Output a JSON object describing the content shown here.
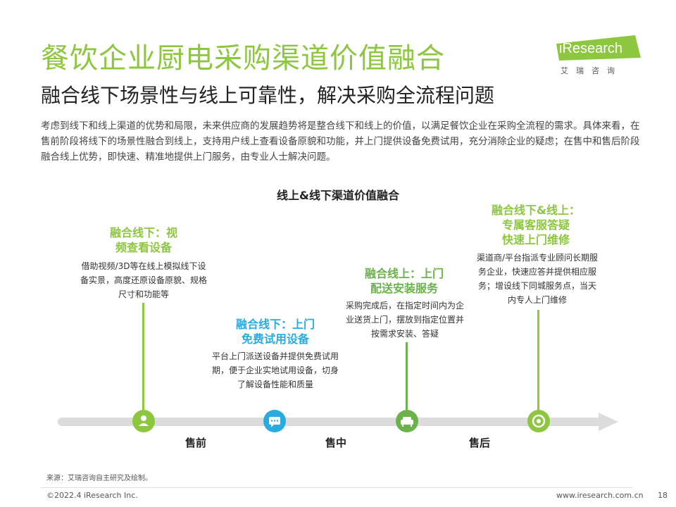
{
  "title": "餐饮企业厨电采购渠道价值融合",
  "subtitle": "融合线下场景性与线上可靠性，解决采购全流程问题",
  "intro": "考虑到线下和线上渠道的优势和局限，未来供应商的发展趋势将是整合线下和线上的价值，以满足餐饮企业在采购全流程的需求。具体来看，在售前阶段将线下的场景性融合到线上，支持用户线上查看设备原貌和功能，并上门提供设备免费试用，充分消除企业的疑虑；在售中和售后阶段融合线上优势，即快速、精准地提供上门服务，由专业人士解决问题。",
  "logo": {
    "brand": "iResearch",
    "cn": "艾瑞咨询"
  },
  "diagram_title": "线上&线下渠道价值融合",
  "nodes": [
    {
      "title_l1": "融合线下：视",
      "title_l2": "频查看设备",
      "desc": "借助视频/3D等在线上模拟线下设备实景，高度还原设备原貌、规格尺寸和功能等",
      "icon": "user-icon",
      "color": "#8dc63f"
    },
    {
      "title_l1": "融合线下：上门",
      "title_l2": "免费试用设备",
      "desc": "平台上门派送设备并提供免费试用期，便于企业实地试用设备，切身了解设备性能和质量",
      "icon": "chat-icon",
      "color": "#29abe2"
    },
    {
      "title_l1": "融合线上：上门",
      "title_l2": "配送安装服务",
      "desc": "采购完成后，在指定时间内为企业送货上门，摆放到指定位置并按需求安装、答疑",
      "icon": "sofa-icon",
      "color": "#6ab24a"
    },
    {
      "title_l1": "融合线下&线上：",
      "title_l2": "专属客服答疑",
      "title_l3": "快速上门维修",
      "desc": "渠道商/平台指派专业顾问长期服务企业，快速应答并提供相应服务；增设线下同城服务点，当天内专人上门维修",
      "icon": "target-icon",
      "color": "#8dc63f"
    }
  ],
  "phases": [
    "售前",
    "售中",
    "售后"
  ],
  "footer": {
    "source": "来源：艾瑞咨询自主研究及绘制。",
    "copyright": "©2022.4 iResearch Inc.",
    "website": "www.iresearch.com.cn",
    "page": "18"
  }
}
